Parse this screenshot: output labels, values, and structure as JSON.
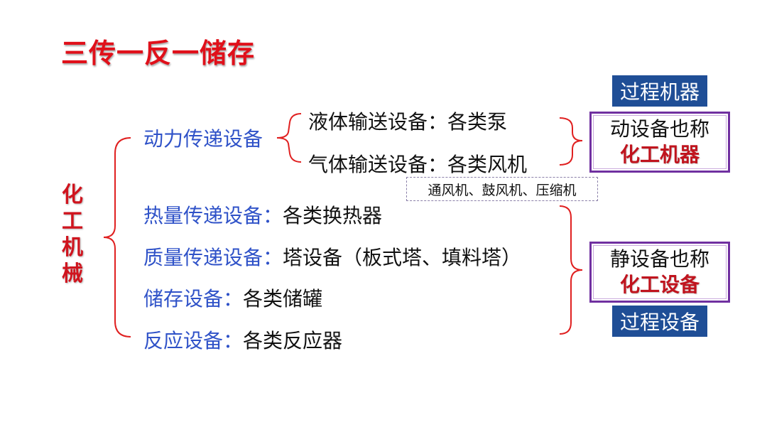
{
  "title": "三传一反一储存",
  "vertical_label": "化工机械",
  "categories": {
    "power": {
      "label": "动力传递设备"
    },
    "liquid": {
      "label": "液体输送设备：",
      "value": "各类泵"
    },
    "gas": {
      "label": "气体输送设备：",
      "value": "各类风机"
    },
    "fans_note": "通风机、鼓风机、压缩机",
    "heat": {
      "label": "热量传递设备：",
      "value": "各类换热器"
    },
    "mass": {
      "label": "质量传递设备：",
      "value": "塔设备（板式塔、填料塔）"
    },
    "storage": {
      "label": "储存设备：",
      "value": "各类储罐"
    },
    "reaction": {
      "label": "反应设备：",
      "value": "各类反应器"
    }
  },
  "right": {
    "tag_top": "过程机器",
    "box_dynamic": {
      "line1": "动设备也称",
      "line2": "化工机器"
    },
    "box_static": {
      "line1": "静设备也称",
      "line2": "化工设备"
    },
    "tag_bottom": "过程设备"
  },
  "colors": {
    "title": "#e0101a",
    "category": "#2f52c8",
    "bracket": "#e02020",
    "tag_bg": "#1f4e96",
    "box_border": "#7030a0"
  }
}
